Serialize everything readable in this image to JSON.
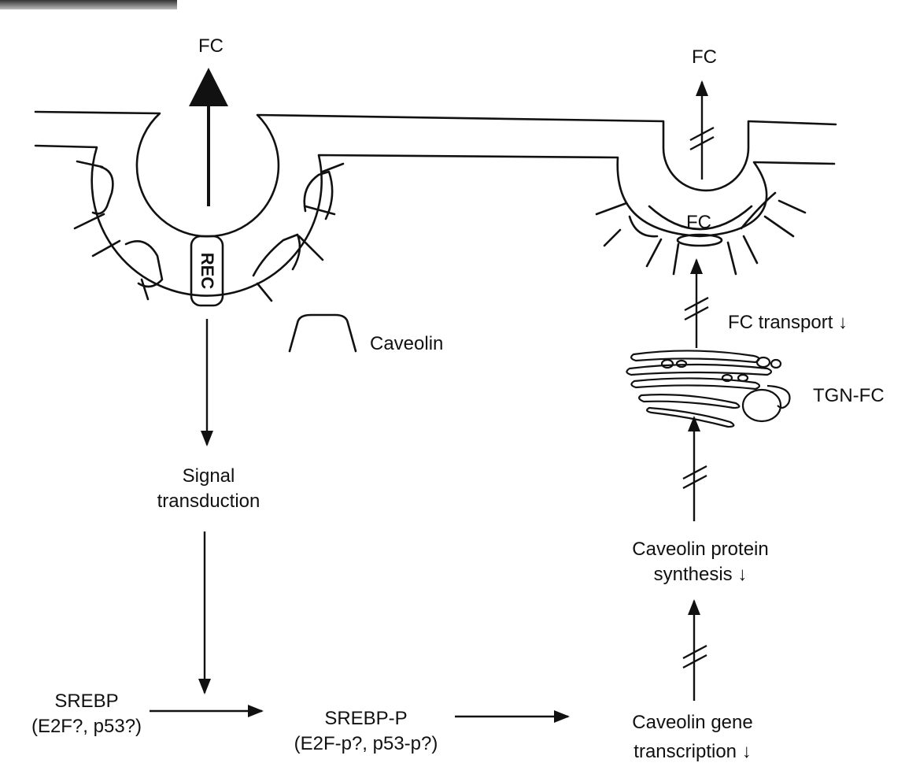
{
  "diagram": {
    "fc_top_left": "FC",
    "fc_top_right": "FC",
    "fc_caveola": "FC",
    "rec": "REC",
    "caveolin_legend": "Caveolin",
    "signal_transduction": [
      "Signal",
      "transduction"
    ],
    "srebp": [
      "SREBP",
      "(E2F?, p53?)"
    ],
    "srebp_p": [
      "SREBP-P",
      "(E2F-p?, p53-p?)"
    ],
    "caveolin_gene": [
      "Caveolin gene",
      "transcription ↓"
    ],
    "caveolin_protein": [
      "Caveolin protein",
      "synthesis ↓"
    ],
    "tgn_fc": "TGN-FC",
    "fc_transport": "FC transport ↓"
  }
}
